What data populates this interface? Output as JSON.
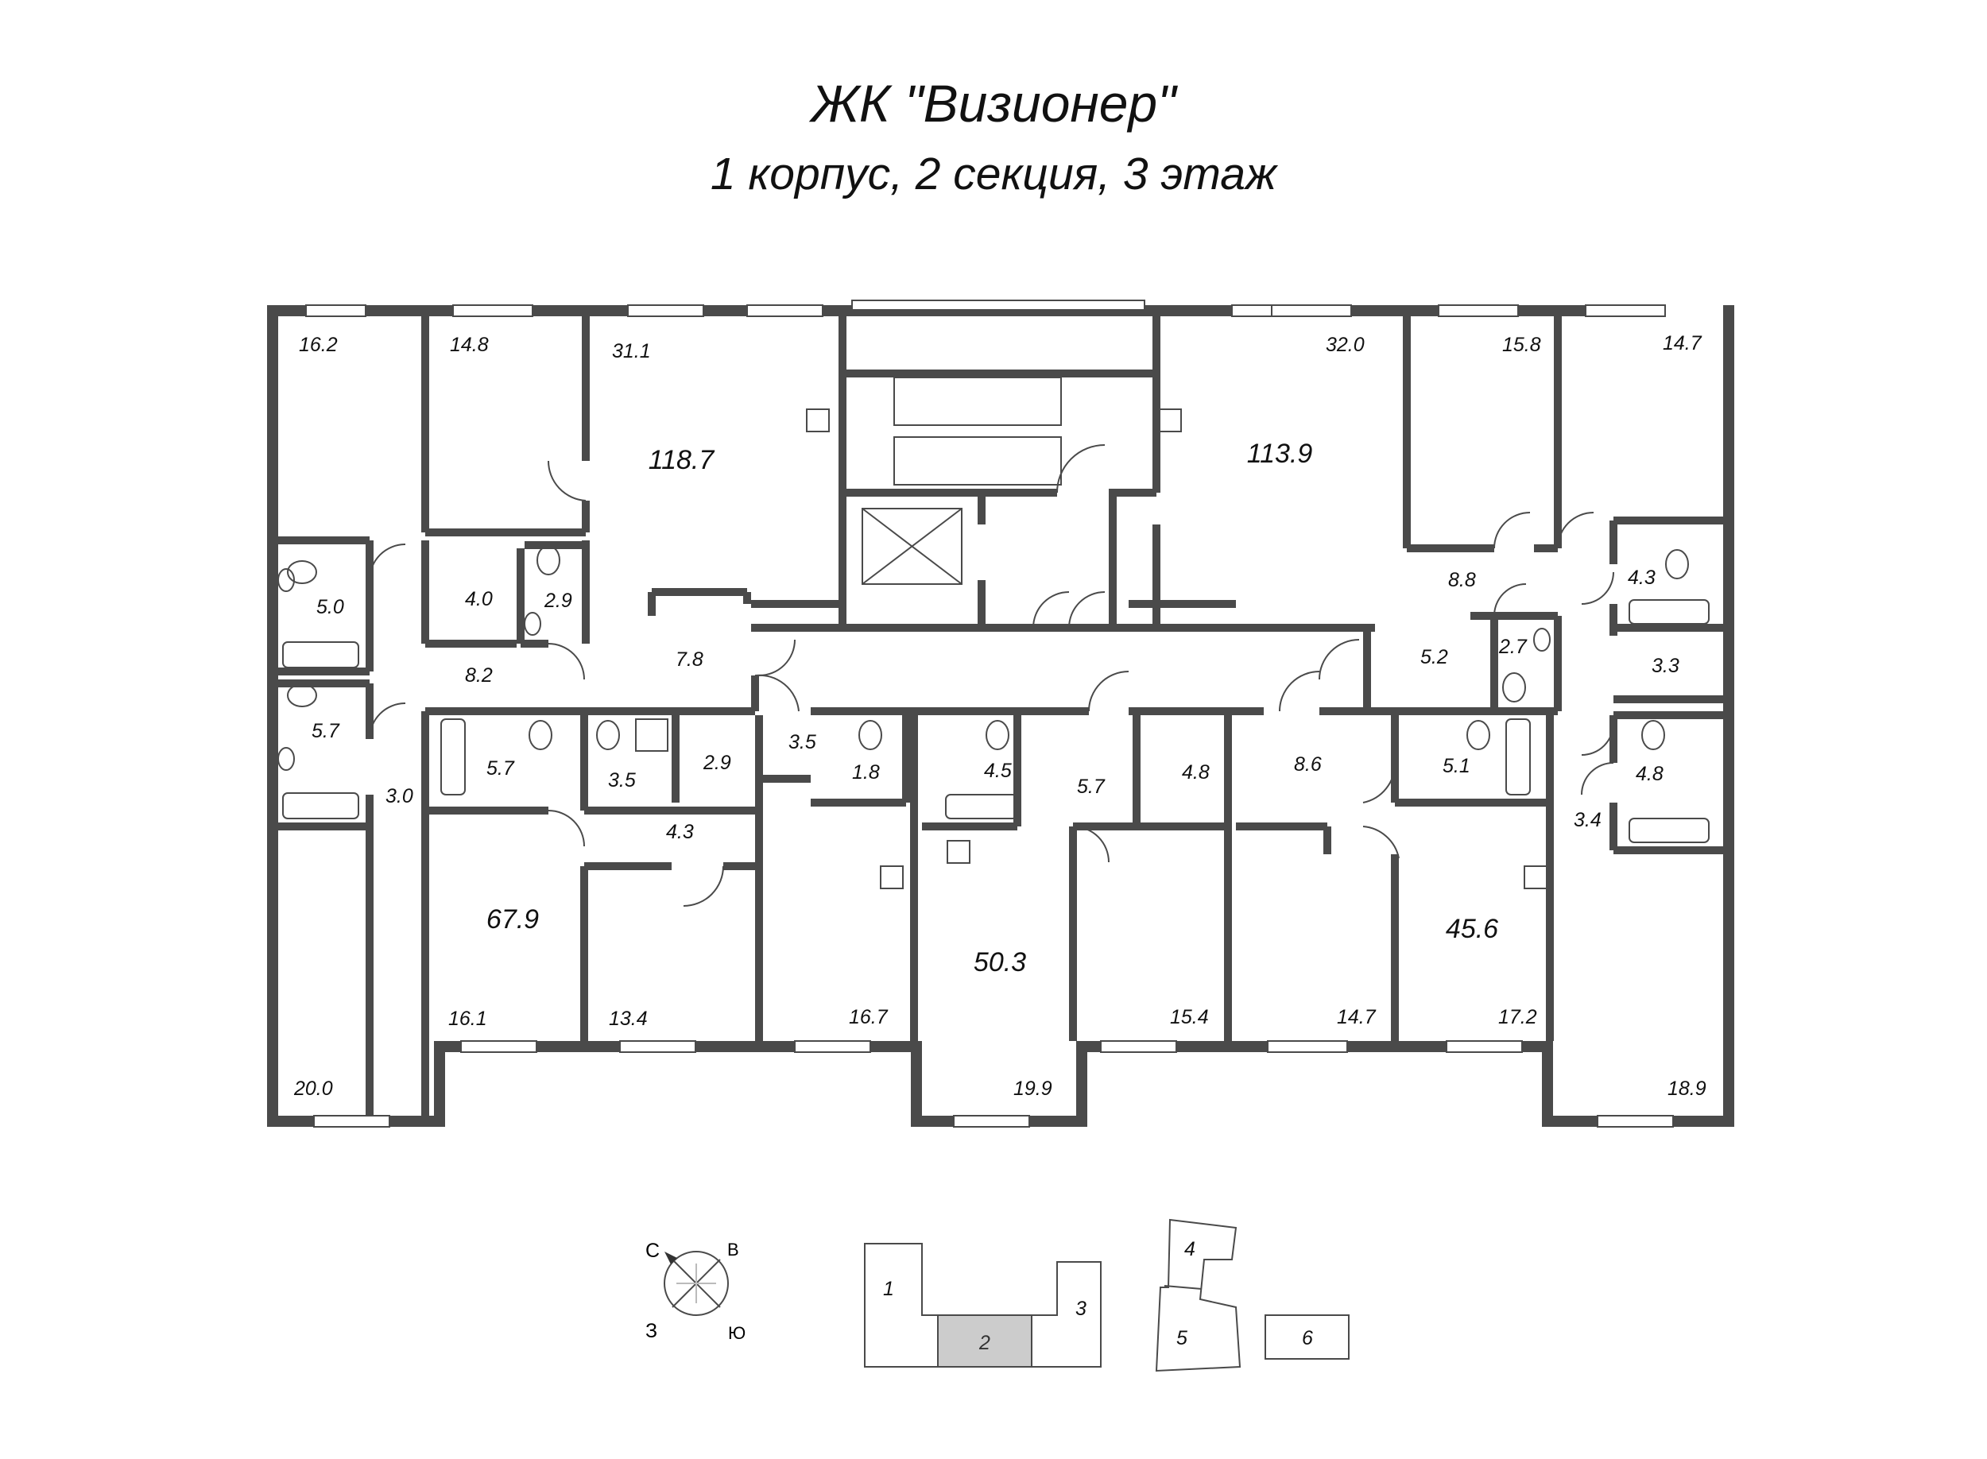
{
  "header": {
    "title": "ЖК \"Визионер\"",
    "subtitle": "1 корпус, 2 секция, 3 этаж"
  },
  "apartments": [
    {
      "total": "118.7",
      "rooms": [
        "16.2",
        "14.8",
        "31.1",
        "8.2",
        "7.8",
        "5.0",
        "4.0",
        "2.9",
        "5.7",
        "3.0"
      ]
    },
    {
      "total": "113.9",
      "rooms": [
        "32.0",
        "15.8",
        "14.7",
        "8.8",
        "5.2",
        "2.7",
        "4.3",
        "3.3"
      ]
    },
    {
      "total": "67.9",
      "rooms": [
        "16.1",
        "13.4",
        "16.7",
        "5.7",
        "3.5",
        "2.9",
        "3.5",
        "1.8",
        "4.3",
        "20.0"
      ]
    },
    {
      "total": "50.3",
      "rooms": [
        "19.9",
        "15.4",
        "4.5",
        "5.7",
        "4.8"
      ]
    },
    {
      "total": "45.6",
      "rooms": [
        "14.7",
        "17.2",
        "8.6",
        "5.1",
        "4.8",
        "3.4",
        "18.9"
      ]
    }
  ],
  "compass": {
    "n": "С",
    "e": "В",
    "s": "Ю",
    "w": "З"
  },
  "sections": [
    "1",
    "2",
    "3",
    "4",
    "5",
    "6"
  ],
  "colors": {
    "wall": "#4a4a4a",
    "highlight": "#cccccc"
  }
}
